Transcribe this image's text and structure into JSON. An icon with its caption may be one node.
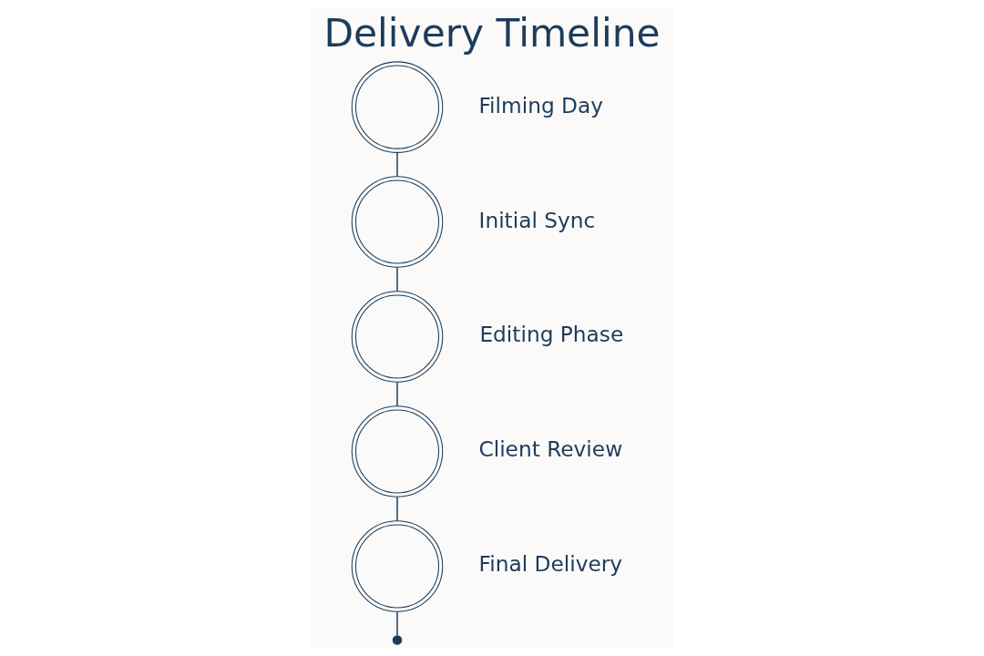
{
  "diagram": {
    "title": "Delivery Timeline",
    "nodes": [
      {
        "text": [],
        "shape": "circle",
        "beside": [
          "Filming Day"
        ]
      },
      {
        "text": [],
        "shape": "circle",
        "beside": [
          "Initial Sync"
        ]
      },
      {
        "text": [],
        "shape": "circle",
        "beside": [
          "Editing Phase"
        ]
      },
      {
        "text": [],
        "shape": "circle",
        "beside": [
          "Client Review"
        ]
      },
      {
        "text": [],
        "shape": "circle",
        "beside": [
          "Final Delivery"
        ]
      },
      {
        "text": [],
        "shape": "circle"
      }
    ],
    "edges": [
      {
        "from": 0,
        "to": 1,
        "arrow": "none"
      },
      {
        "from": 1,
        "to": 2,
        "arrow": "none"
      },
      {
        "from": 2,
        "to": 3,
        "arrow": "none"
      },
      {
        "from": 3,
        "to": 4,
        "arrow": "none"
      },
      {
        "from": 4,
        "to": 5,
        "arrow": "none"
      }
    ]
  }
}
